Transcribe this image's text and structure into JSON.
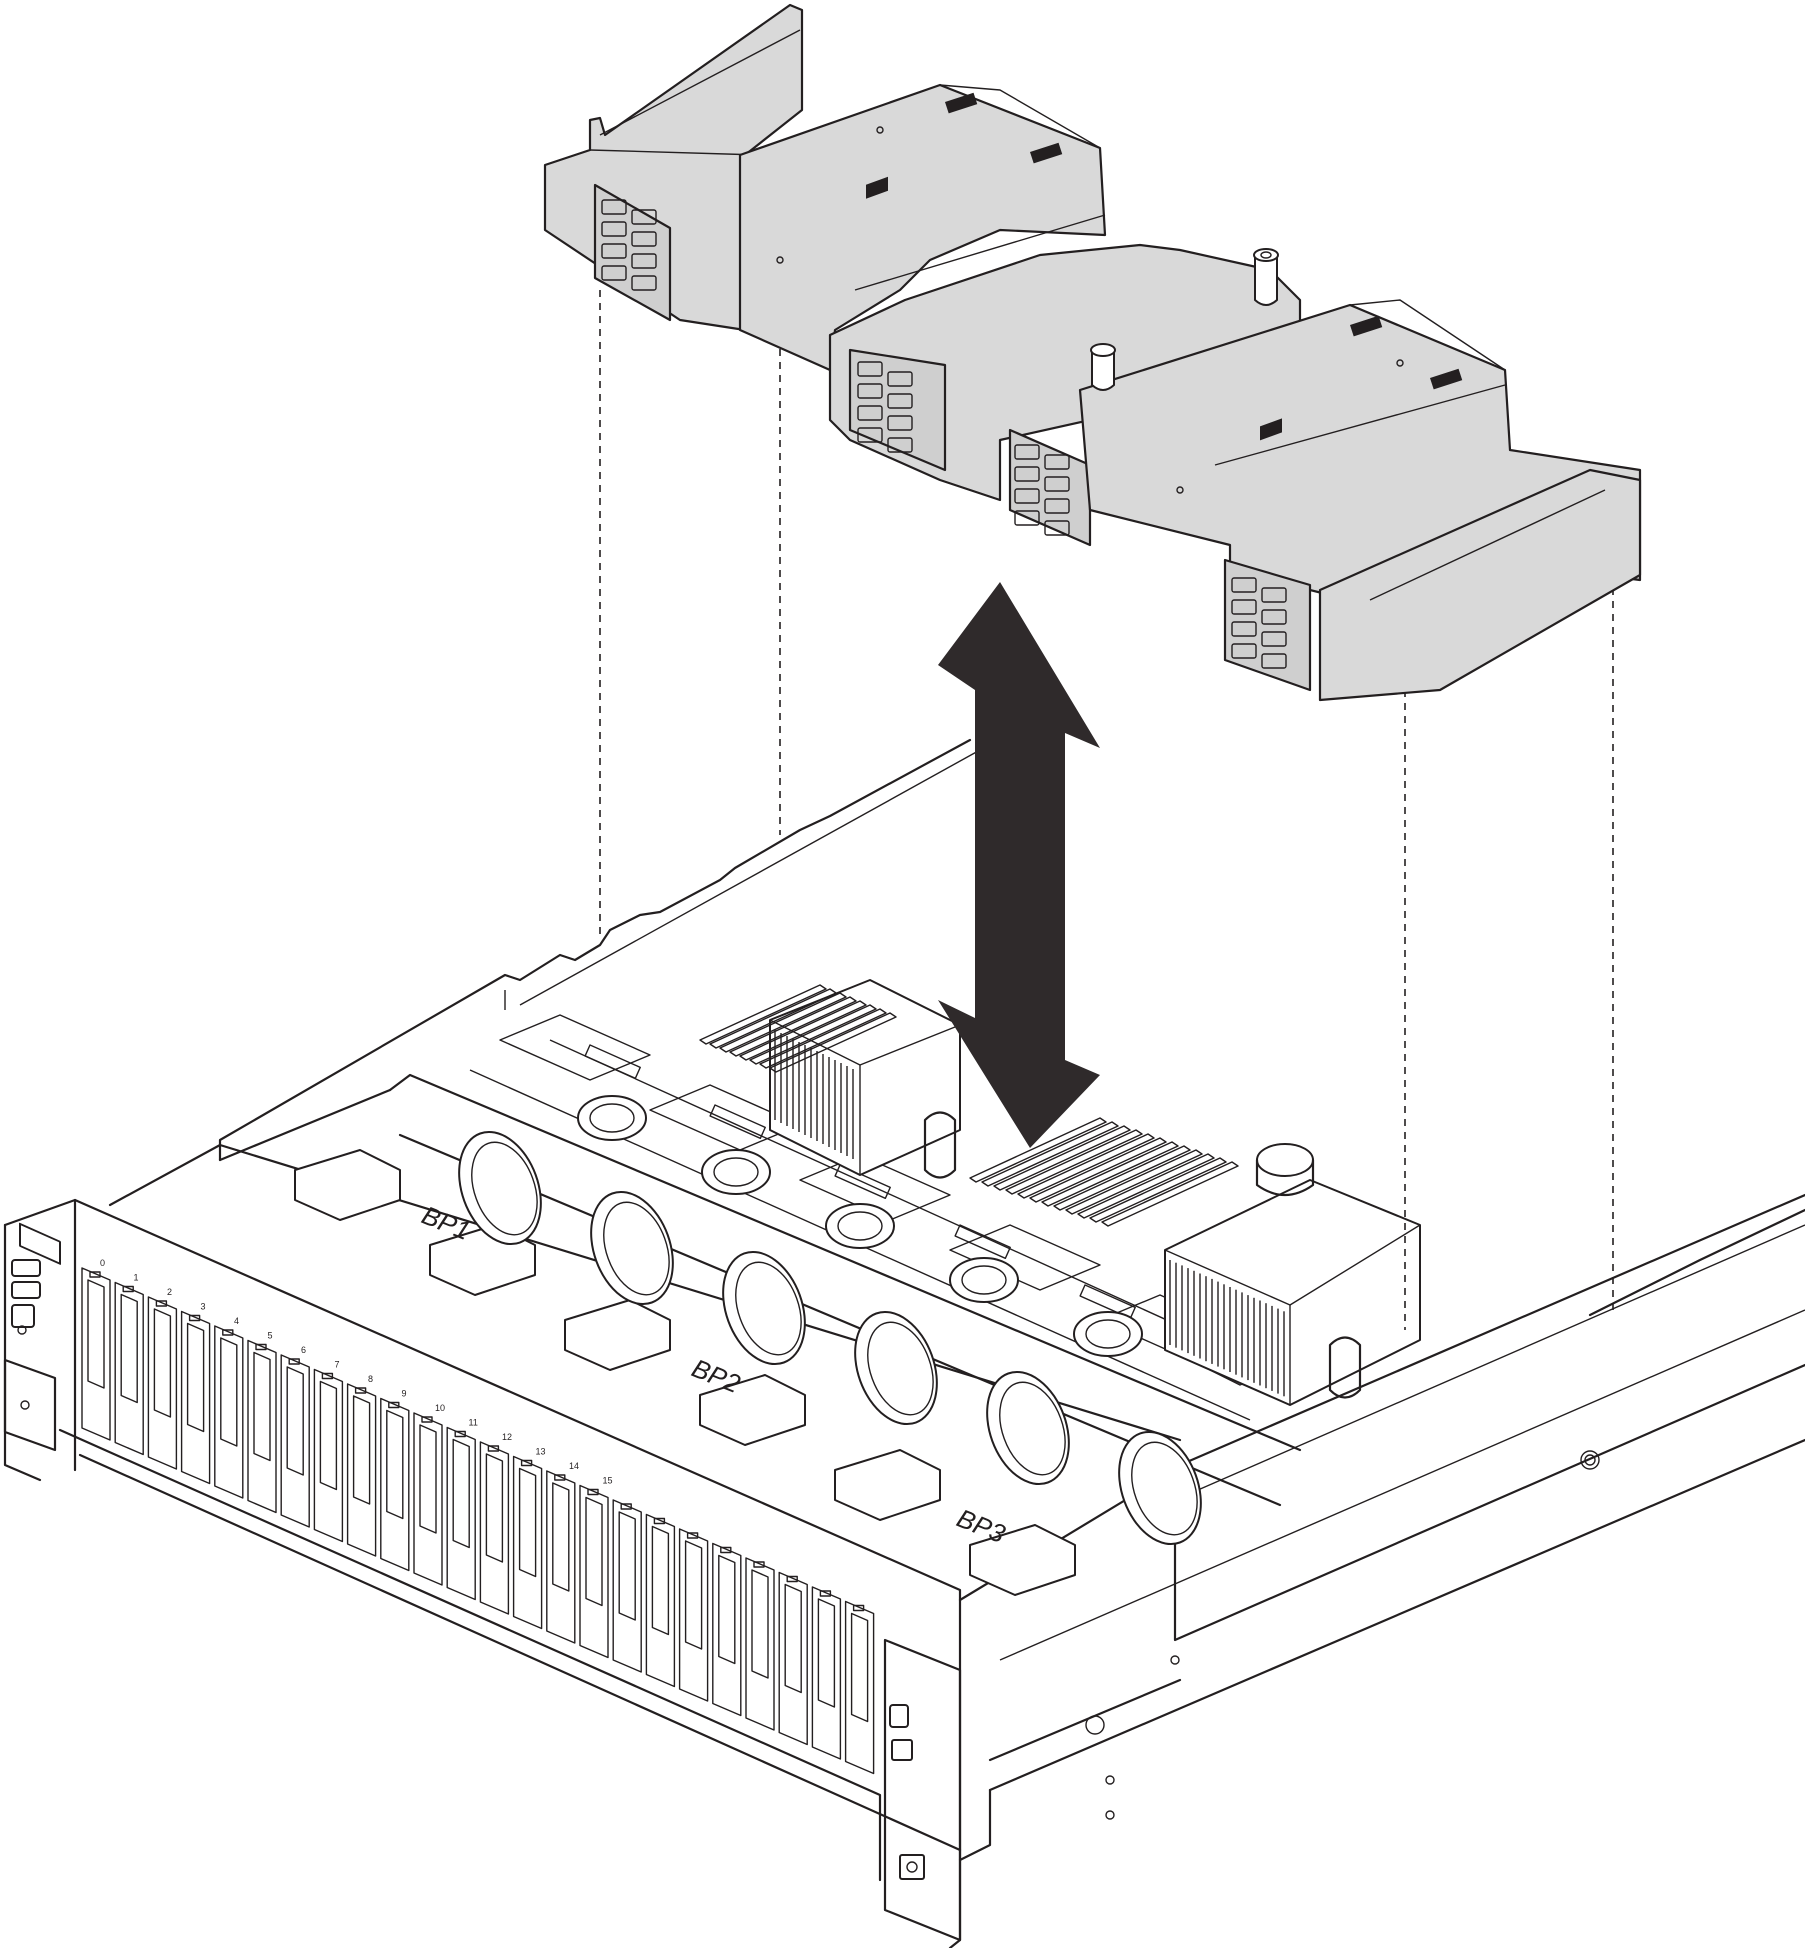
{
  "labels": {
    "bp1": "BP1",
    "bp2": "BP2",
    "bp3": "BP3"
  },
  "bay_numbers": [
    "0",
    "1",
    "2",
    "3",
    "4",
    "5",
    "6",
    "7",
    "8",
    "9",
    "10",
    "11",
    "12",
    "13",
    "14",
    "15"
  ],
  "colors": {
    "ink": "#231f20",
    "air_baffle": "#d9d9d9",
    "arrow": "#2f2a2b"
  },
  "icons": {
    "move": "double-headed-vertical-arrow",
    "processor": "processor-chip-icon"
  }
}
